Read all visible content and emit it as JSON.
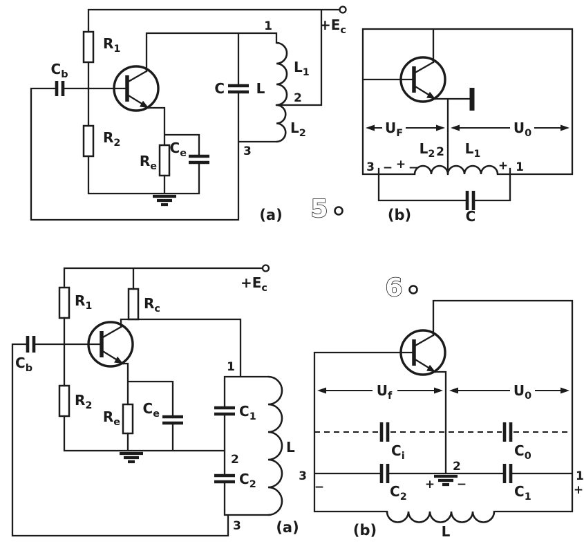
{
  "colors": {
    "ink": "#1b1b1b",
    "paper": "#ffffff"
  },
  "sections": {
    "s5": {
      "number": "5",
      "a": {
        "caption": "(a)",
        "supply": {
          "base": "+E",
          "sub": "c"
        },
        "r1": {
          "base": "R",
          "sub": "1"
        },
        "r2": {
          "base": "R",
          "sub": "2"
        },
        "re": {
          "base": "R",
          "sub": "e"
        },
        "cb": {
          "base": "C",
          "sub": "b"
        },
        "ce": {
          "base": "C",
          "sub": "e"
        },
        "c": {
          "base": "C",
          "sub": ""
        },
        "l": {
          "base": "L",
          "sub": ""
        },
        "l1": {
          "base": "L",
          "sub": "1"
        },
        "l2": {
          "base": "L",
          "sub": "2"
        },
        "node1": "1",
        "node2": "2",
        "node3": "3"
      },
      "b": {
        "caption": "(b)",
        "uf": {
          "base": "U",
          "sub": "F"
        },
        "u0": {
          "base": "U",
          "sub": "0"
        },
        "l2": {
          "base": "L",
          "sub": "2"
        },
        "l1": {
          "base": "L",
          "sub": "1"
        },
        "c": {
          "base": "C",
          "sub": ""
        },
        "node1": "1",
        "node2": "2",
        "node3": "3",
        "minus1": "−",
        "plus1": "+",
        "minus2": "−",
        "plus2": "+"
      }
    },
    "s6": {
      "number": "6",
      "a": {
        "caption": "(a)",
        "supply": {
          "base": "+E",
          "sub": "c"
        },
        "r1": {
          "base": "R",
          "sub": "1"
        },
        "rc": {
          "base": "R",
          "sub": "c"
        },
        "r2": {
          "base": "R",
          "sub": "2"
        },
        "re": {
          "base": "R",
          "sub": "e"
        },
        "cb": {
          "base": "C",
          "sub": "b"
        },
        "ce": {
          "base": "C",
          "sub": "e"
        },
        "c1": {
          "base": "C",
          "sub": "1"
        },
        "c2": {
          "base": "C",
          "sub": "2"
        },
        "l": {
          "base": "L",
          "sub": ""
        },
        "node1": "1",
        "node2": "2",
        "node3": "3"
      },
      "b": {
        "caption": "(b)",
        "uf": {
          "base": "U",
          "sub": "f"
        },
        "u0": {
          "base": "U",
          "sub": "0"
        },
        "ci": {
          "base": "C",
          "sub": "i"
        },
        "c0": {
          "base": "C",
          "sub": "0"
        },
        "c2": {
          "base": "C",
          "sub": "2"
        },
        "c1": {
          "base": "C",
          "sub": "1"
        },
        "l": {
          "base": "L",
          "sub": ""
        },
        "node1": "1",
        "node2": "2",
        "node3": "3",
        "minus_left": "−",
        "plus_center": "+",
        "minus_center": "−",
        "plus_right": "+"
      }
    }
  }
}
